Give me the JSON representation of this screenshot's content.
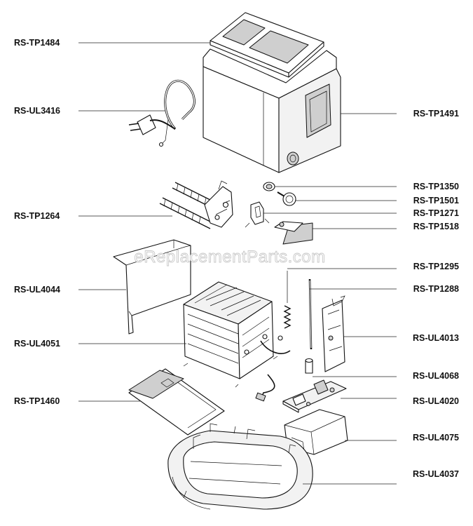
{
  "watermark": "eReplacementParts.com",
  "parts": [
    {
      "id": "top-cover",
      "part_number": "RS-TP1484"
    },
    {
      "id": "power-cord",
      "part_number": "RS-UL3416"
    },
    {
      "id": "housing",
      "part_number": "RS-TP1491"
    },
    {
      "id": "knob-bushing",
      "part_number": "RS-TP1350"
    },
    {
      "id": "browning-knob",
      "part_number": "RS-TP1501"
    },
    {
      "id": "switch-bracket",
      "part_number": "RS-TP1271"
    },
    {
      "id": "lever-handle",
      "part_number": "RS-TP1518"
    },
    {
      "id": "bread-rack",
      "part_number": "RS-TP1264"
    },
    {
      "id": "spring",
      "part_number": "RS-TP1295"
    },
    {
      "id": "guide-rod",
      "part_number": "RS-TP1288"
    },
    {
      "id": "side-shield",
      "part_number": "RS-UL4044"
    },
    {
      "id": "heating-chassis",
      "part_number": "RS-UL4051"
    },
    {
      "id": "switch-plate",
      "part_number": "RS-UL4013"
    },
    {
      "id": "rod-bushing",
      "part_number": "RS-UL4068"
    },
    {
      "id": "control-board",
      "part_number": "RS-UL4020"
    },
    {
      "id": "crumb-tray",
      "part_number": "RS-TP1460"
    },
    {
      "id": "board-cover",
      "part_number": "RS-UL4075"
    },
    {
      "id": "base",
      "part_number": "RS-UL4037"
    }
  ]
}
